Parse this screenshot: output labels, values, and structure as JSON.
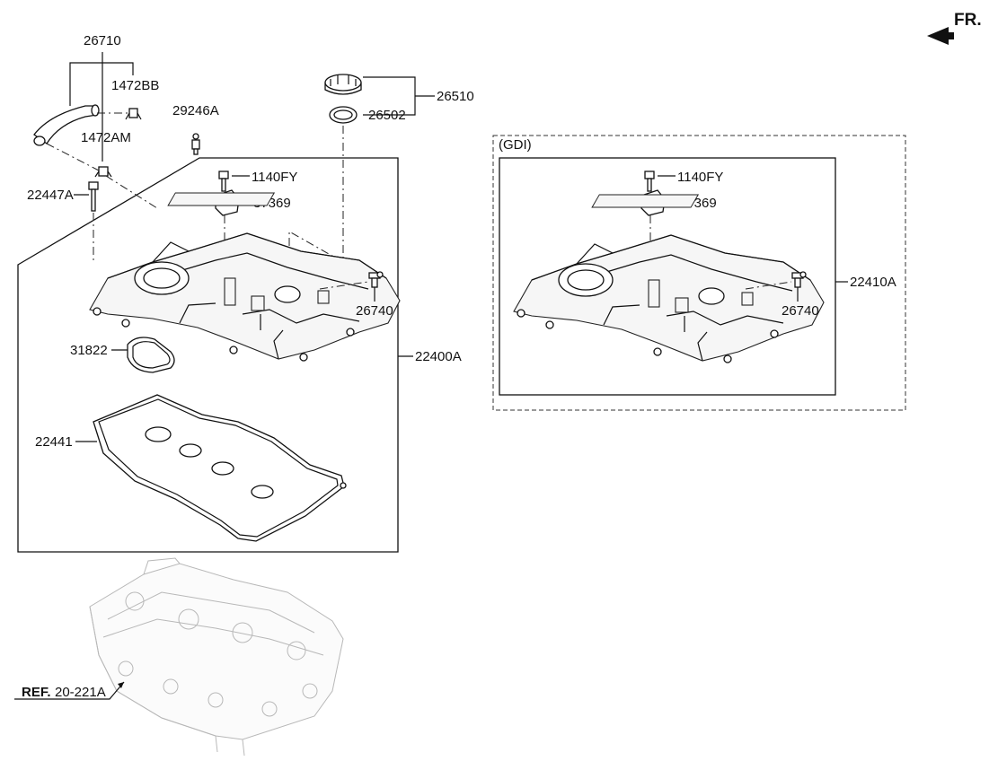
{
  "header": {
    "direction_label": "FR.",
    "direction_icon": "front-arrow-icon"
  },
  "labels": {
    "p26710": "26710",
    "p1472BB": "1472BB",
    "p1472AM": "1472AM",
    "p29246A": "29246A",
    "p22447A": "22447A",
    "p26510": "26510",
    "p26502": "26502",
    "p1140FY": "1140FY",
    "p37369": "37369",
    "p26740": "26740",
    "p31822": "31822",
    "p22400A": "22400A",
    "p22441": "22441",
    "ref_prefix": "REF.",
    "ref_code": "20-221A"
  },
  "gdi": {
    "title": "(GDI)",
    "p1140FY": "1140FY",
    "p37369": "37369",
    "p26740": "26740",
    "p22410A": "22410A"
  },
  "colors": {
    "line": "#111111",
    "ghost": "#b8b8b8",
    "background": "#ffffff"
  }
}
